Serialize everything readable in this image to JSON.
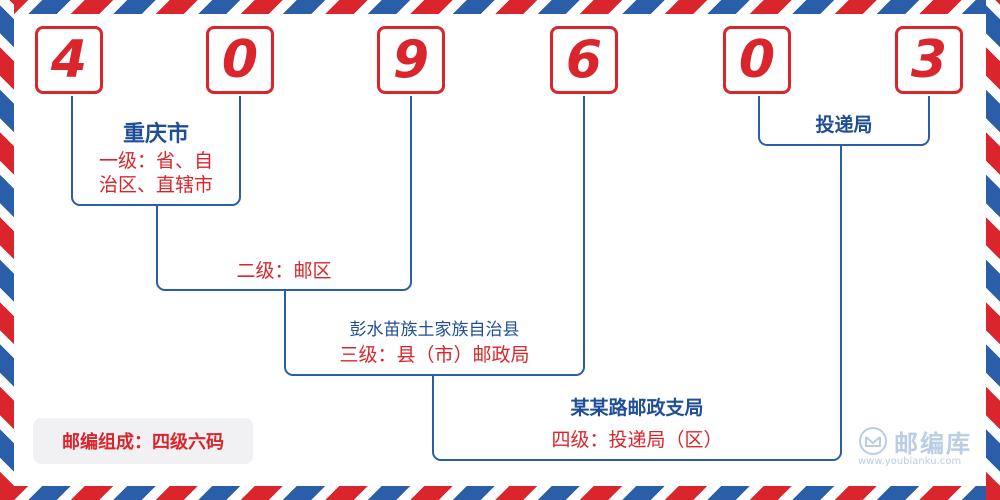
{
  "postal_code": {
    "digits": [
      "4",
      "0",
      "9",
      "6",
      "0",
      "3"
    ]
  },
  "levels": {
    "level1": {
      "place": "重庆市",
      "desc_line1": "一级：省、自",
      "desc_line2": "治区、直辖市"
    },
    "level2": {
      "desc": "二级：邮区"
    },
    "level3": {
      "place": "彭水苗族土家族自治县",
      "desc": "三级：县（市）邮政局"
    },
    "level4": {
      "place": "某某路邮政支局",
      "desc": "四级：投递局（区）"
    },
    "delivery": {
      "label": "投递局"
    }
  },
  "summary": "邮编组成：四级六码",
  "brand": {
    "name": "邮编库",
    "url": "www.youbianku.com"
  },
  "colors": {
    "red": "#d9252b",
    "blue": "#1f4e96"
  }
}
